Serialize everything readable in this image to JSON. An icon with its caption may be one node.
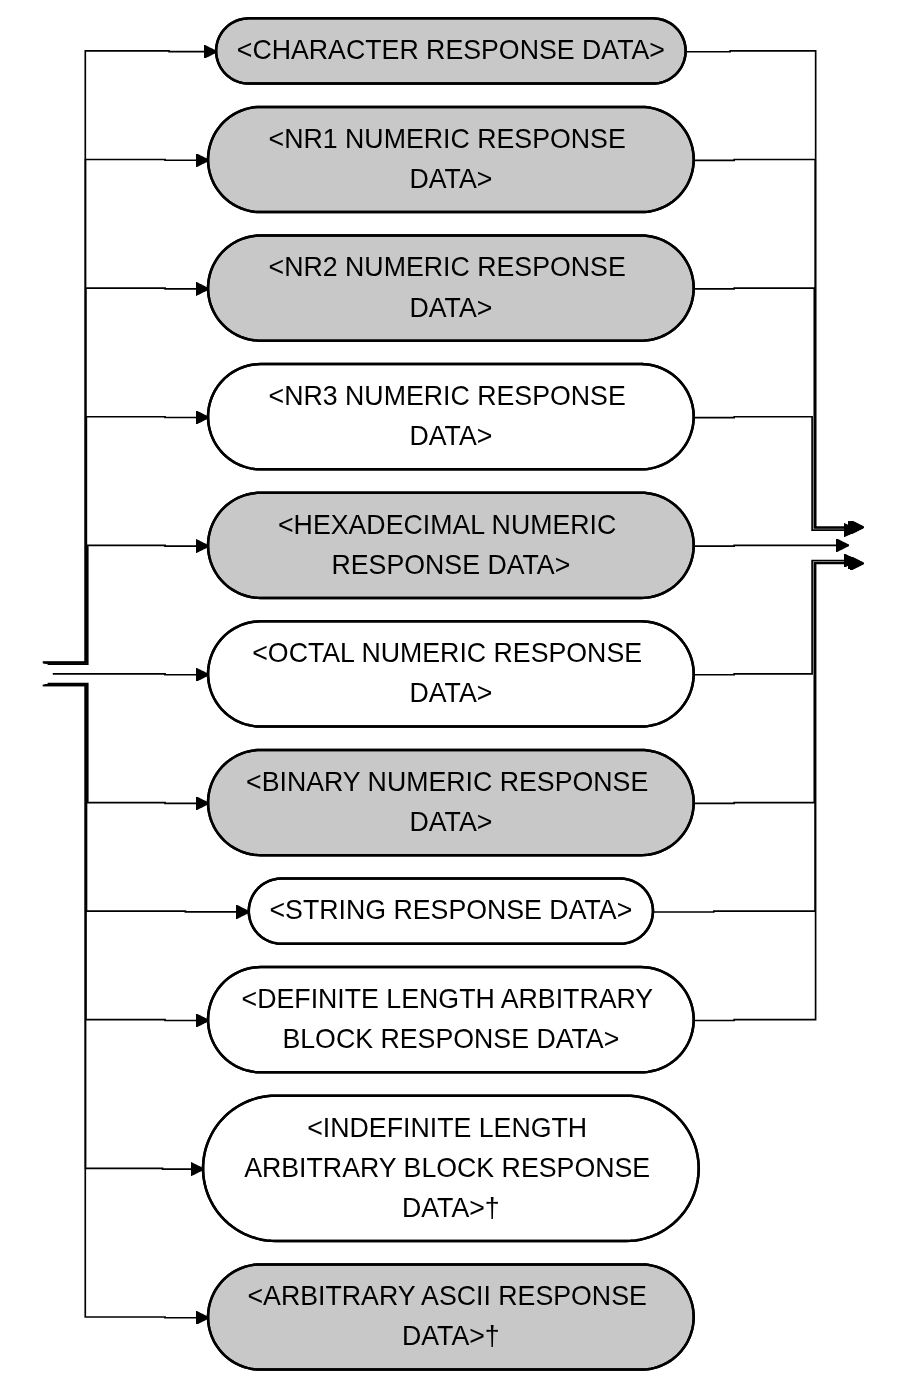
{
  "diagram": {
    "nodes": [
      {
        "text": [
          "<CHARACTER RESPONSE DATA>"
        ]
      },
      {
        "text": [
          "<NR1 NUMERIC RESPONSE DATA>"
        ]
      },
      {
        "text": [
          "<NR2 NUMERIC RESPONSE DATA>"
        ]
      },
      {
        "text": [
          "<NR3 NUMERIC RESPONSE DATA>"
        ]
      },
      {
        "text": [
          "<HEXADECIMAL NUMERIC RESPONSE DATA>"
        ]
      },
      {
        "text": [
          "<OCTAL NUMERIC RESPONSE DATA>"
        ]
      },
      {
        "text": [
          "<BINARY NUMERIC RESPONSE DATA>"
        ]
      },
      {
        "text": [
          "<STRING RESPONSE DATA>"
        ]
      },
      {
        "text": [
          "<DEFINITE LENGTH ARBITRARY BLOCK RESPONSE DATA>"
        ]
      },
      {
        "text": [
          "<INDEFINITE LENGTH ARBITRARY BLOCK RESPONSE DATA>†"
        ]
      },
      {
        "text": [
          "<ARBITRARY ASCII RESPONSE DATA>†"
        ]
      }
    ],
    "edges": [
      {
        "from": null,
        "to": 0,
        "arrow": "to"
      },
      {
        "from": null,
        "to": 1,
        "arrow": "to"
      },
      {
        "from": null,
        "to": 2,
        "arrow": "to"
      },
      {
        "from": null,
        "to": 3,
        "arrow": "to"
      },
      {
        "from": null,
        "to": 4,
        "arrow": "to"
      },
      {
        "from": null,
        "to": 5,
        "arrow": "to"
      },
      {
        "from": null,
        "to": 6,
        "arrow": "to"
      },
      {
        "from": null,
        "to": 7,
        "arrow": "to"
      },
      {
        "from": null,
        "to": 8,
        "arrow": "to"
      },
      {
        "from": null,
        "to": 9,
        "arrow": "to"
      },
      {
        "from": null,
        "to": 10,
        "arrow": "to"
      },
      {
        "from": 0,
        "to": null,
        "arrow": "to"
      },
      {
        "from": 1,
        "to": null,
        "arrow": "to"
      },
      {
        "from": 2,
        "to": null,
        "arrow": "to"
      },
      {
        "from": 3,
        "to": null,
        "arrow": "to"
      },
      {
        "from": 4,
        "to": null,
        "arrow": "to"
      },
      {
        "from": 5,
        "to": null,
        "arrow": "to"
      },
      {
        "from": 6,
        "to": null,
        "arrow": "to"
      },
      {
        "from": 7,
        "to": null,
        "arrow": "to"
      },
      {
        "from": 8,
        "to": null,
        "arrow": "to"
      }
    ]
  }
}
